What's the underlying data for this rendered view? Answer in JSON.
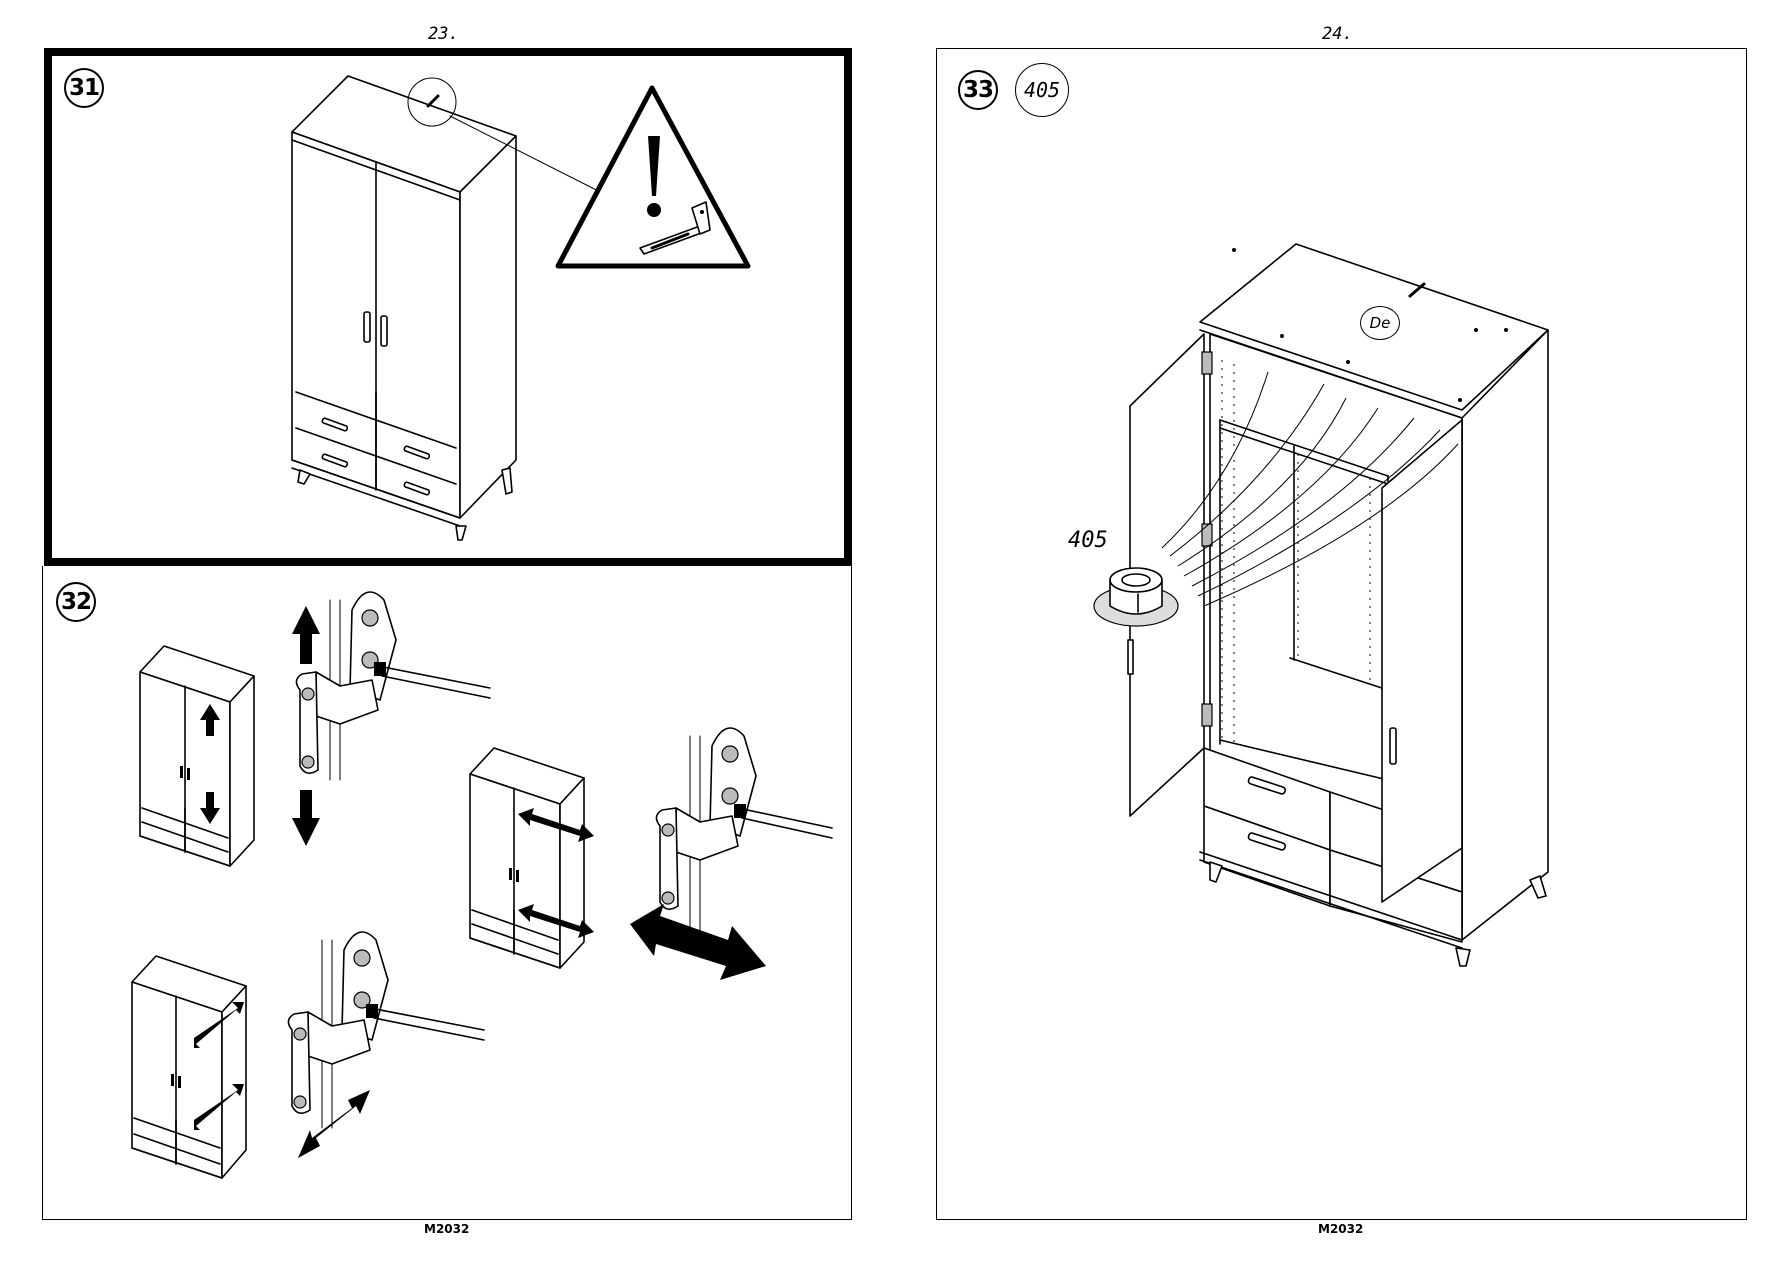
{
  "pages": {
    "left": {
      "number": "23.",
      "code": "M2032"
    },
    "right": {
      "number": "24.",
      "code": "M2032"
    }
  },
  "steps": {
    "s31": {
      "label": "31"
    },
    "s32": {
      "label": "32"
    },
    "s33": {
      "label": "33",
      "part_badge": "405",
      "callout": "405",
      "top_badge": "De"
    }
  },
  "icons": [
    "warning-triangle-icon",
    "wall-bracket-icon",
    "up-arrow-icon",
    "down-arrow-icon",
    "double-arrow-icon"
  ],
  "colors": {
    "line": "#000000",
    "background": "#ffffff",
    "fill_gray": "#bbbbbb"
  }
}
